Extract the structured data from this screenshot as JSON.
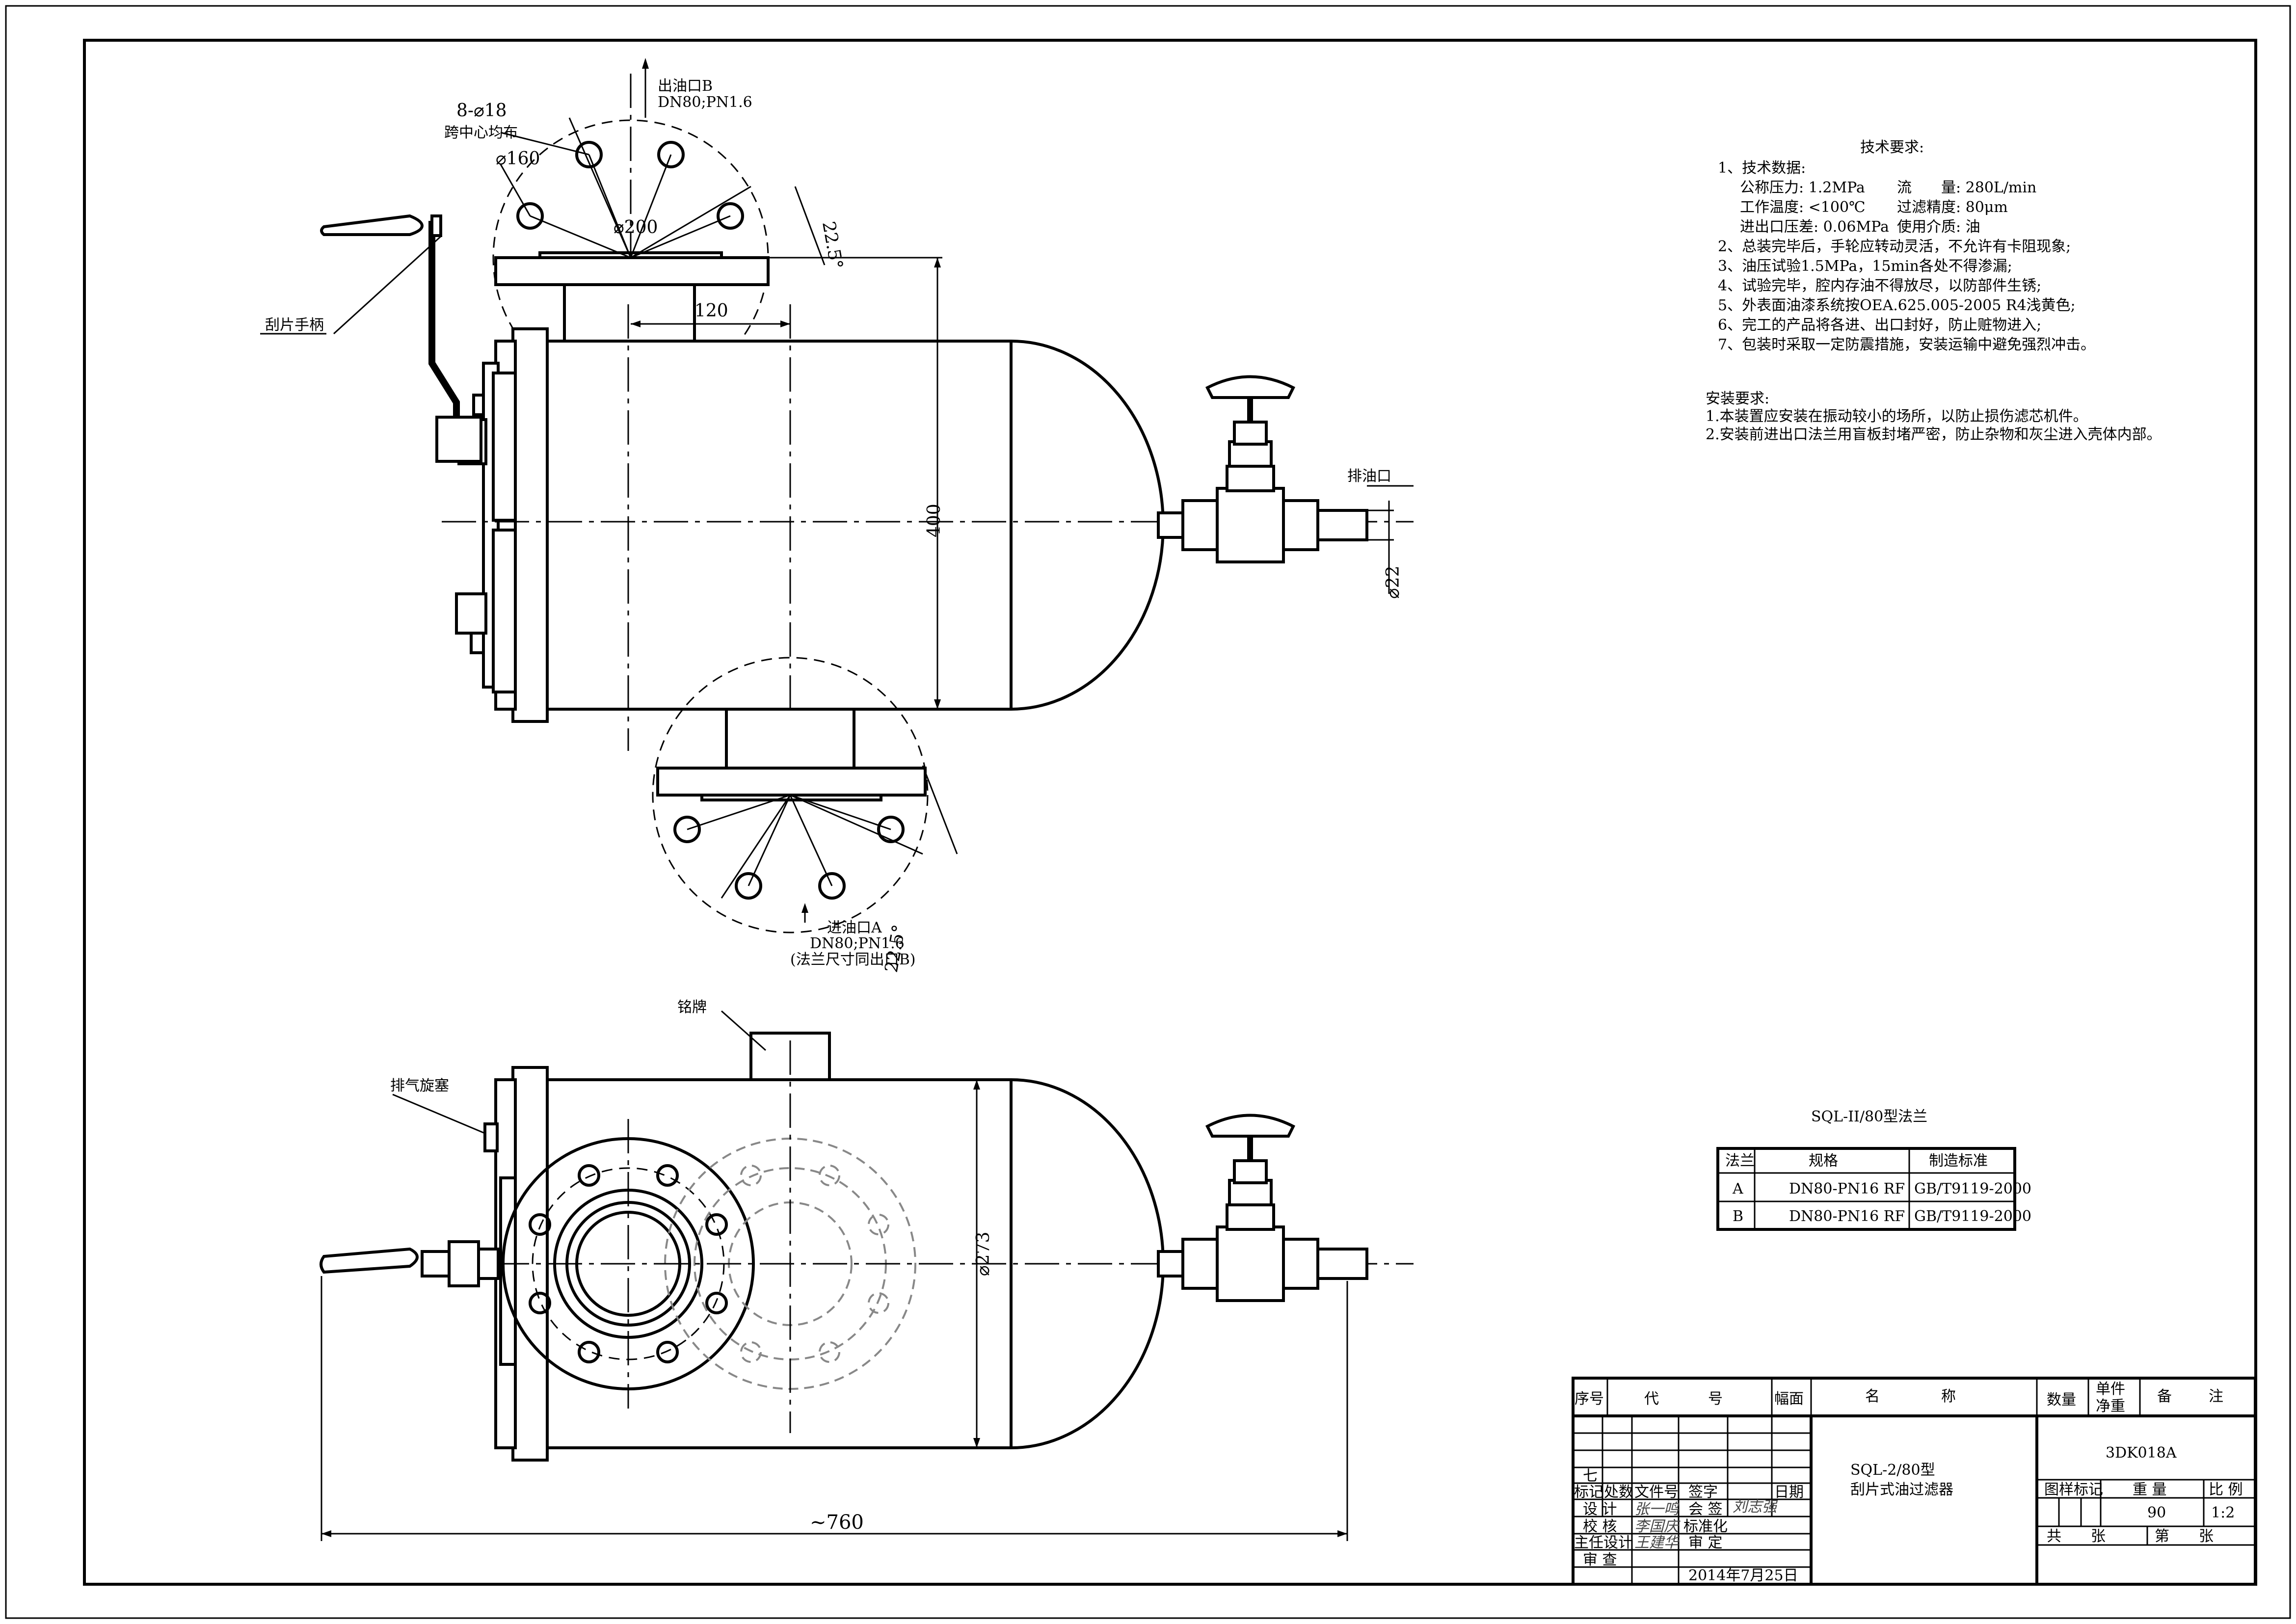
{
  "notes": {
    "title": "技术要求:",
    "lines": [
      "1、技术数据:",
      "公称压力: 1.2MPa",
      "流　　量: 280L/min",
      "工作温度: <100℃",
      "过滤精度: 80μm",
      "进出口压差: 0.06MPa",
      "使用介质: 油",
      "2、总装完毕后，手轮应转动灵活，不允许有卡阻现象;",
      "3、油压试验1.5MPa，15min各处不得渗漏;",
      "4、试验完毕，腔内存油不得放尽，以防部件生锈;",
      "5、外表面油漆系统按OEA.625.005-2005 R4浅黄色;",
      "6、完工的产品将各进、出口封好，防止赃物进入;",
      "7、包装时采取一定防震措施，安装运输中避免强烈冲击。"
    ],
    "install_title": "安装要求:",
    "install_lines": [
      "1.本装置应安装在振动较小的场所，以防止损伤滤芯机件。",
      "2.安装前进出口法兰用盲板封堵严密，防止杂物和灰尘进入壳体内部。"
    ]
  },
  "labels": {
    "outlet_b": "出油口B",
    "outlet_b_spec": "DN80;PN1.6",
    "holes": "8-⌀18",
    "holes_note": "跨中心均布",
    "d160": "⌀160",
    "d200": "⌀200",
    "angle": "22.5°",
    "dim120": "120",
    "dim400": "400",
    "handle": "刮片手柄",
    "drain": "排油口",
    "d22": "⌀22",
    "inlet_a": "进油口A",
    "inlet_a_spec": "DN80;PN1.6",
    "inlet_note": "(法兰尺寸同出口B)",
    "nameplate": "铭牌",
    "vent": "排气旋塞",
    "d273": "⌀273",
    "dim760": "~760"
  },
  "flange_table": {
    "title": "SQL-II/80型法兰",
    "headers": [
      "法兰",
      "规格",
      "制造标准"
    ],
    "rows": [
      [
        "A",
        "DN80-PN16 RF",
        "GB/T9119-2000"
      ],
      [
        "B",
        "DN80-PN16 RF",
        "GB/T9119-2000"
      ]
    ]
  },
  "title_block": {
    "seq": "序号",
    "code_1": "代",
    "code_2": "号",
    "sheet_size": "幅面",
    "name_1": "名",
    "name_2": "称",
    "qty": "数量",
    "unit_weight_1": "单件",
    "unit_weight_2": "净重",
    "remarks_1": "备",
    "remarks_2": "注",
    "drawing_no": "3DK018A",
    "product_line1": "SQL-2/80型",
    "product_line2": "刮片式油过滤器",
    "seven": "七",
    "rev_mark": "标记",
    "rev_zone": "处数",
    "rev_doc": "文件号",
    "rev_sign": "签字",
    "rev_date": "日期",
    "design": "设 计",
    "check": "校 核",
    "chief": "主任设计",
    "review": "审 查",
    "countersign": "会 签",
    "standardize": "标准化",
    "approve": "审 定",
    "date": "2014年7月25日",
    "mark_label": "图样标记",
    "weight_label": "重 量",
    "scale_label": "比 例",
    "weight": "90",
    "scale": "1:2",
    "total_label": "共　　张",
    "sheet_label": "第　　张",
    "sig_designer": "张一鸣",
    "sig_checker": "李国庆",
    "sig_chief": "王建华",
    "sig_counter": "刘志强"
  }
}
